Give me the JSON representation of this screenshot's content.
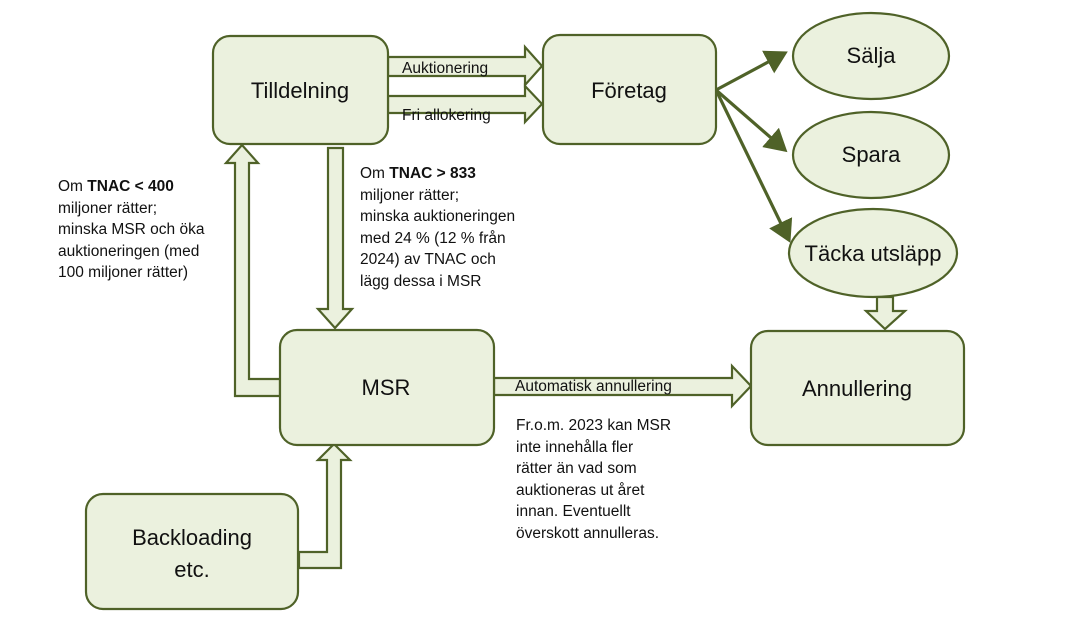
{
  "boxes": {
    "tilldelning": "Tilldelning",
    "foretag": "Företag",
    "msr": "MSR",
    "backloading_line1": "Backloading",
    "backloading_line2": "etc.",
    "annullering": "Annullering",
    "salja": "Sälja",
    "spara": "Spara",
    "tacka": "Täcka utsläpp"
  },
  "arrow_labels": {
    "auktionering": "Auktionering",
    "fri_allokering": "Fri allokering",
    "automatisk_annullering": "Automatisk annullering"
  },
  "notes": {
    "left": {
      "prefix": "Om ",
      "bold": "TNAC < 400",
      "rest": "miljoner rätter;\nminska MSR och öka\nauktioneringen (med\n100 miljoner rätter)"
    },
    "middle": {
      "prefix": "Om ",
      "bold": "TNAC > 833",
      "rest": "miljoner rätter;\nminska auktioneringen\nmed 24 % (12 % från\n2024) av TNAC och\nlägg  dessa i MSR"
    },
    "bottom": "Fr.o.m. 2023 kan MSR\ninte innehålla fler\nrätter än vad som\nauktioneras ut året\ninnan. Eventuellt\növerskott annulleras."
  },
  "colors": {
    "box_fill": "#ebf1de",
    "box_stroke": "#4f6228",
    "arrow_stroke": "#4f6228",
    "arrow_fill": "#ebf1de",
    "text": "#111111"
  }
}
